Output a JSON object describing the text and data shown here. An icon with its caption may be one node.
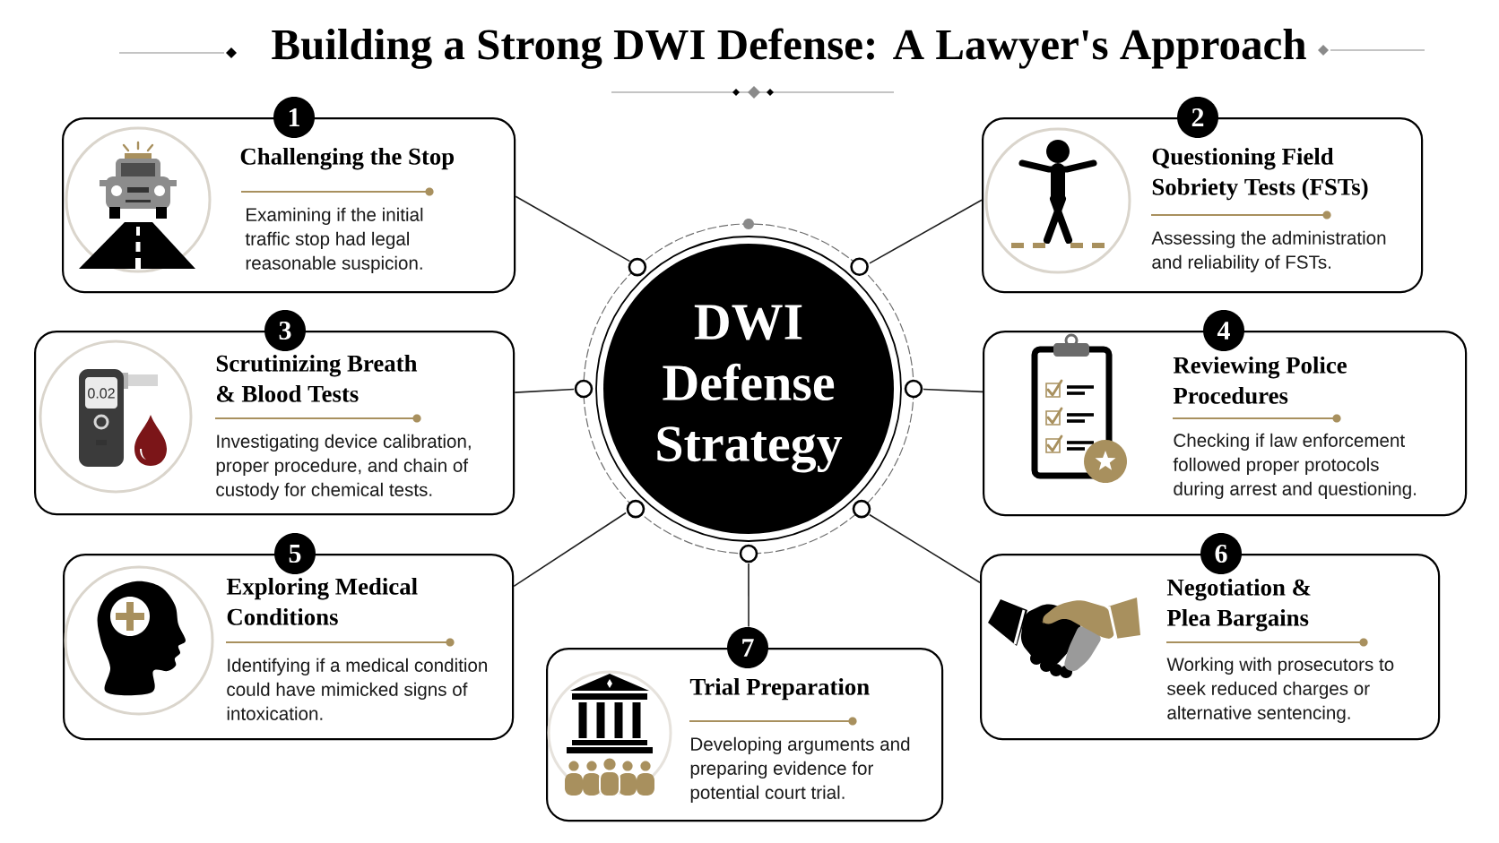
{
  "diagram": {
    "title": "Building a Strong DWI Defense: A Lawyer's Approach",
    "nodes": [
      {
        "text": [
          "DWI Defense Strategy"
        ]
      },
      {
        "text": [
          "1",
          "Challenging the Stop",
          "Examining if the initial traffic stop had legal reasonable suspicion."
        ]
      },
      {
        "text": [
          "2",
          "Questioning Field Sobriety Tests (FSTs)",
          "Assessing the administration and reliability of FSTs."
        ]
      },
      {
        "text": [
          "3",
          "Scrutinizing Breath & Blood Tests",
          "Investigating device calibration, proper procedure, and chain of custody for chemical tests."
        ]
      },
      {
        "text": [
          "4",
          "Reviewing Police Procedures",
          "Checking if law enforcement followed proper protocols during arrest and questioning."
        ]
      },
      {
        "text": [
          "5",
          "Exploring Medical Conditions",
          "Identifying if a medical condition could have mimicked signs of intoxication."
        ]
      },
      {
        "text": [
          "6",
          "Negotiation & Plea Bargains",
          "Working with prosecutors to seek reduced charges or alternative sentencing."
        ]
      },
      {
        "text": [
          "7",
          "Trial Preparation",
          "Developing arguments and preparing evidence for potential court trial."
        ]
      }
    ],
    "edges": [
      {
        "from": 0,
        "to": 1,
        "arrow": "none"
      },
      {
        "from": 0,
        "to": 2,
        "arrow": "none"
      },
      {
        "from": 0,
        "to": 3,
        "arrow": "none"
      },
      {
        "from": 0,
        "to": 4,
        "arrow": "none"
      },
      {
        "from": 0,
        "to": 5,
        "arrow": "none"
      },
      {
        "from": 0,
        "to": 6,
        "arrow": "none"
      },
      {
        "from": 0,
        "to": 7,
        "arrow": "none"
      }
    ],
    "labels": [
      "0.02"
    ]
  }
}
